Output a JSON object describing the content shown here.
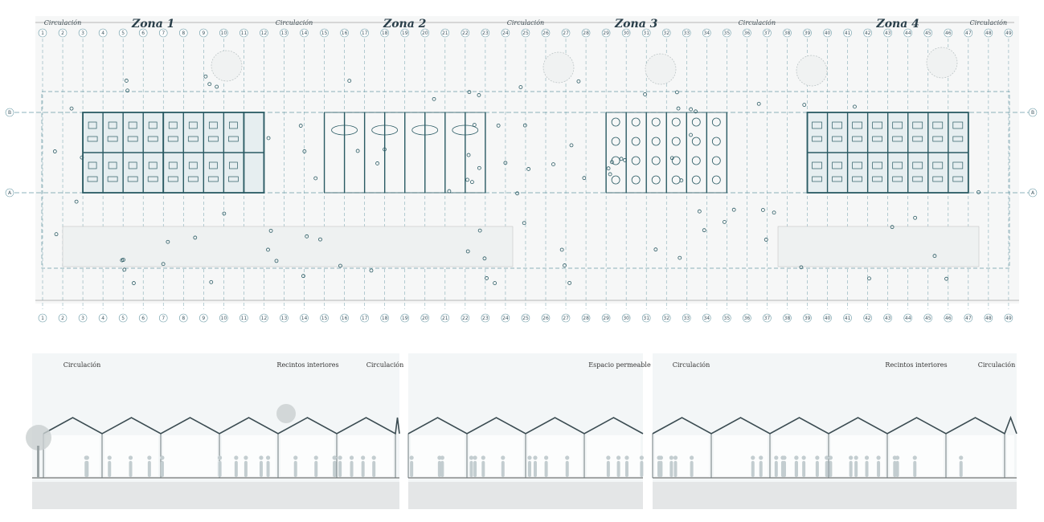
{
  "plan": {
    "zones": [
      {
        "label": "Zona 1",
        "from": 1,
        "to": 12
      },
      {
        "label": "Zona 2",
        "from": 14,
        "to": 24
      },
      {
        "label": "Zona 3",
        "from": 26,
        "to": 35
      },
      {
        "label": "Zona 4",
        "from": 38,
        "to": 49
      }
    ],
    "circulation_label": "Circulación",
    "circulation_labels": [
      {
        "text": "Circulación",
        "at": 2
      },
      {
        "text": "Circulación",
        "at": 13.5
      },
      {
        "text": "Circulación",
        "at": 25
      },
      {
        "text": "Circulación",
        "at": 36.5
      },
      {
        "text": "Circulación",
        "at": 48
      }
    ],
    "column_count": 49,
    "axis_labels": [
      "B",
      "A"
    ],
    "colors": {
      "accent": "#2a5a63",
      "grid": "#6a9aa6",
      "paper": "#f4f5f5"
    }
  },
  "section": {
    "labels": [
      {
        "text": "Circulación",
        "at": 0
      },
      {
        "text": "Recintos interiores",
        "at": 1
      },
      {
        "text": "Circulación",
        "at": 2
      },
      {
        "text": "Espacio permeable",
        "at": 3
      },
      {
        "text": "Circulación",
        "at": 4
      },
      {
        "text": "Recintos interiores",
        "at": 5
      },
      {
        "text": "Circulación",
        "at": 6
      }
    ]
  }
}
